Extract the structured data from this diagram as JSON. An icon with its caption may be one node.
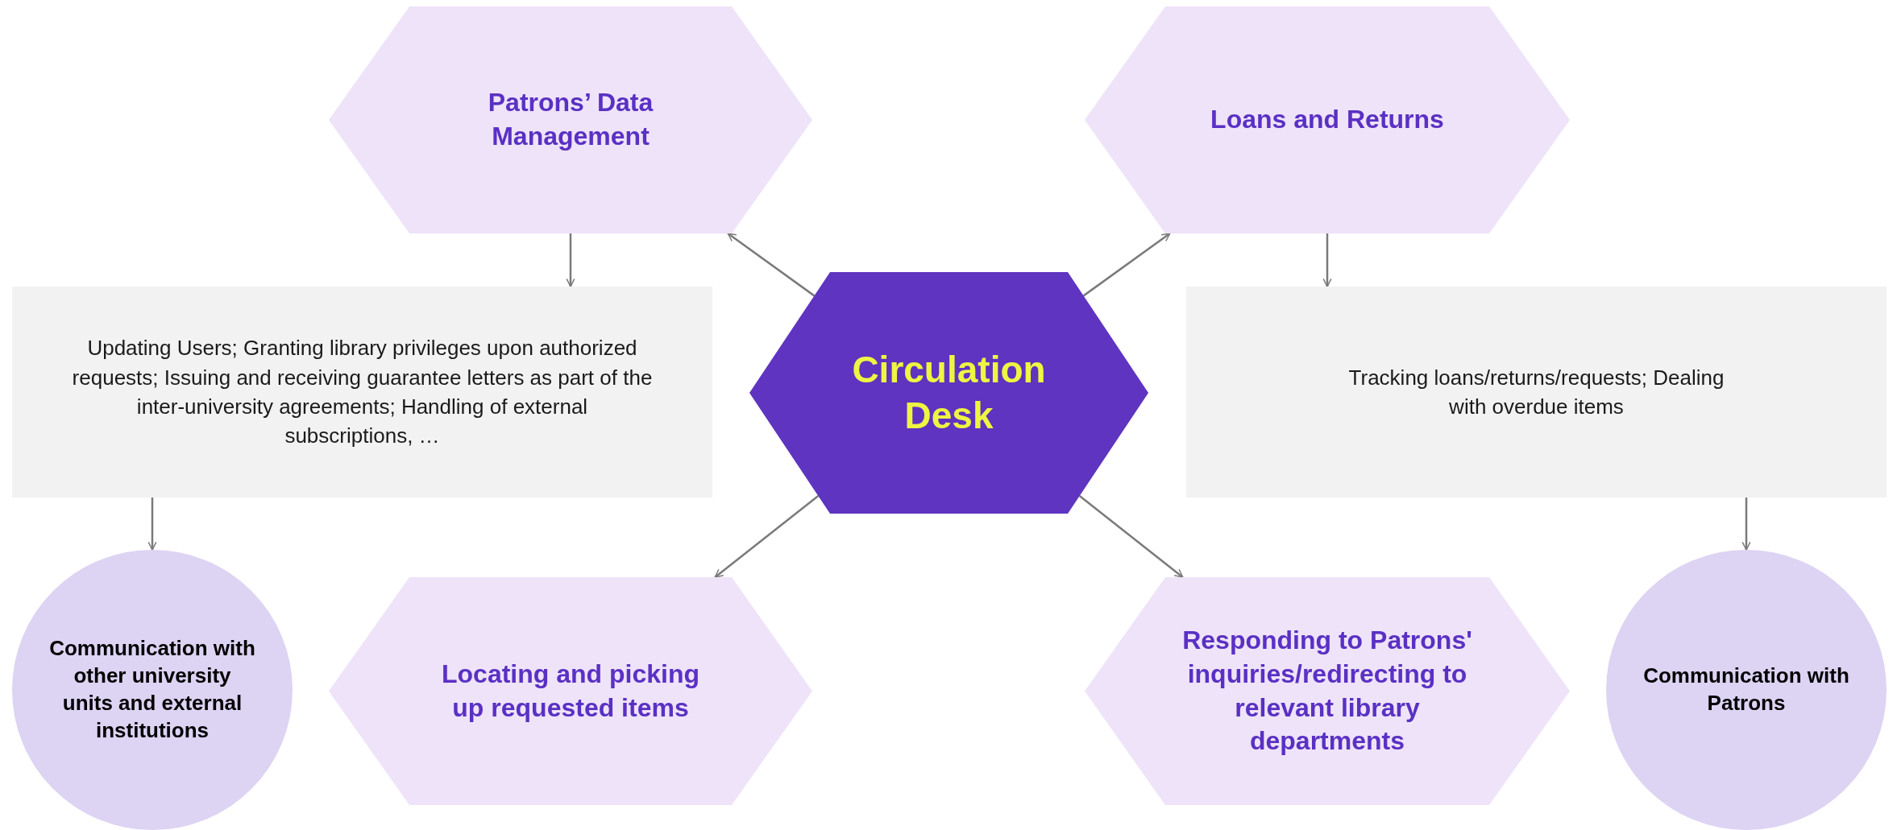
{
  "diagram": {
    "nodes": [
      {
        "text": [
          "Patrons’ Data Management"
        ]
      },
      {
        "text": [
          "Loans and Returns"
        ]
      },
      {
        "text": [
          "Updating Users; Granting library privileges upon authorized requests; Issuing and receiving guarantee letters as part of the inter-university agreements; Handling of external subscriptions, …"
        ]
      },
      {
        "text": [
          "Circulation Desk"
        ]
      },
      {
        "text": [
          "Tracking loans/returns/requests; Dealing with overdue items"
        ]
      },
      {
        "text": [
          "Communication with other university units and external institutions"
        ]
      },
      {
        "text": [
          "Locating and picking up requested items"
        ]
      },
      {
        "text": [
          "Responding to Patrons' inquiries/redirecting to relevant library departments"
        ]
      },
      {
        "text": [
          "Communication with Patrons"
        ]
      }
    ],
    "edges": [
      {
        "from": 3,
        "to": 0,
        "arrow": "to"
      },
      {
        "from": 3,
        "to": 1,
        "arrow": "to"
      },
      {
        "from": 0,
        "to": 2,
        "arrow": "to"
      },
      {
        "from": 1,
        "to": 4,
        "arrow": "to"
      },
      {
        "from": 3,
        "to": 6,
        "arrow": "to"
      },
      {
        "from": 3,
        "to": 7,
        "arrow": "to"
      },
      {
        "from": 2,
        "to": 5,
        "arrow": "to"
      },
      {
        "from": 4,
        "to": 8,
        "arrow": "to"
      }
    ]
  }
}
